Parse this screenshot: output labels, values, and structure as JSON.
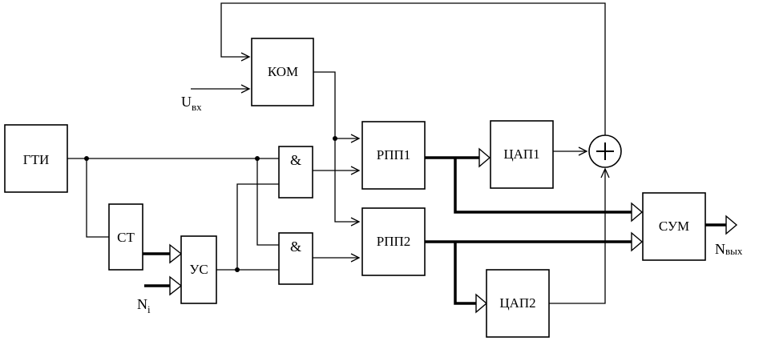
{
  "blocks": {
    "gti": "ГТИ",
    "st": "СТ",
    "us": "УС",
    "and1": "&",
    "and2": "&",
    "kom": "КОМ",
    "rpp1": "РПП1",
    "rpp2": "РПП2",
    "cap1": "ЦАП1",
    "cap2": "ЦАП2",
    "sum": "СУМ",
    "adder": "+"
  },
  "signals": {
    "u_in": {
      "main": "U",
      "sub": "вх"
    },
    "n_i": {
      "main": "N",
      "sub": "i"
    },
    "n_out": {
      "main": "N",
      "sub": "вых"
    }
  }
}
